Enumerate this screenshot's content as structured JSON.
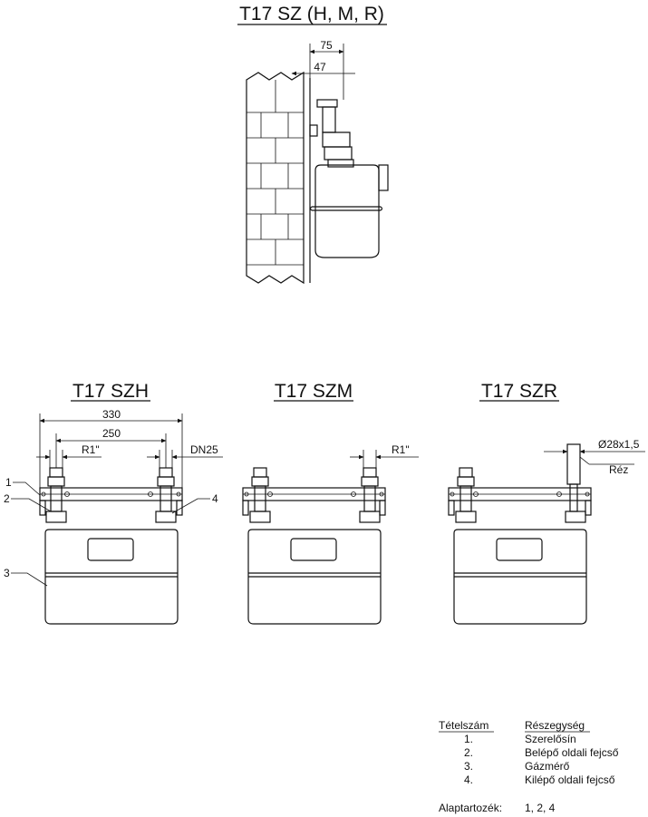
{
  "titles": {
    "main": "T17 SZ (H, M, R)",
    "szh": "T17 SZH",
    "szm": "T17 SZM",
    "szr": "T17 SZR"
  },
  "top_dims": {
    "d75": "75",
    "d47": "47"
  },
  "szh_dims": {
    "d330": "330",
    "d250": "250",
    "r1": "R1\"",
    "dn25": "DN25"
  },
  "szh_callouts": [
    "1",
    "2",
    "3",
    "4"
  ],
  "szm_dims": {
    "r1": "R1\""
  },
  "szr_dims": {
    "pipe": "Ø28x1,5",
    "material": "Réz"
  },
  "legend": {
    "col1_header": "Tételszám",
    "col2_header": "Részegység",
    "rows": [
      {
        "num": "1.",
        "name": "Szerelősín"
      },
      {
        "num": "2.",
        "name": "Belépő oldali fejcső"
      },
      {
        "num": "3.",
        "name": "Gázmérő"
      },
      {
        "num": "4.",
        "name": "Kilépő oldali fejcső"
      }
    ],
    "accessories_label": "Alaptartozék:",
    "accessories_value": "1, 2, 4"
  }
}
